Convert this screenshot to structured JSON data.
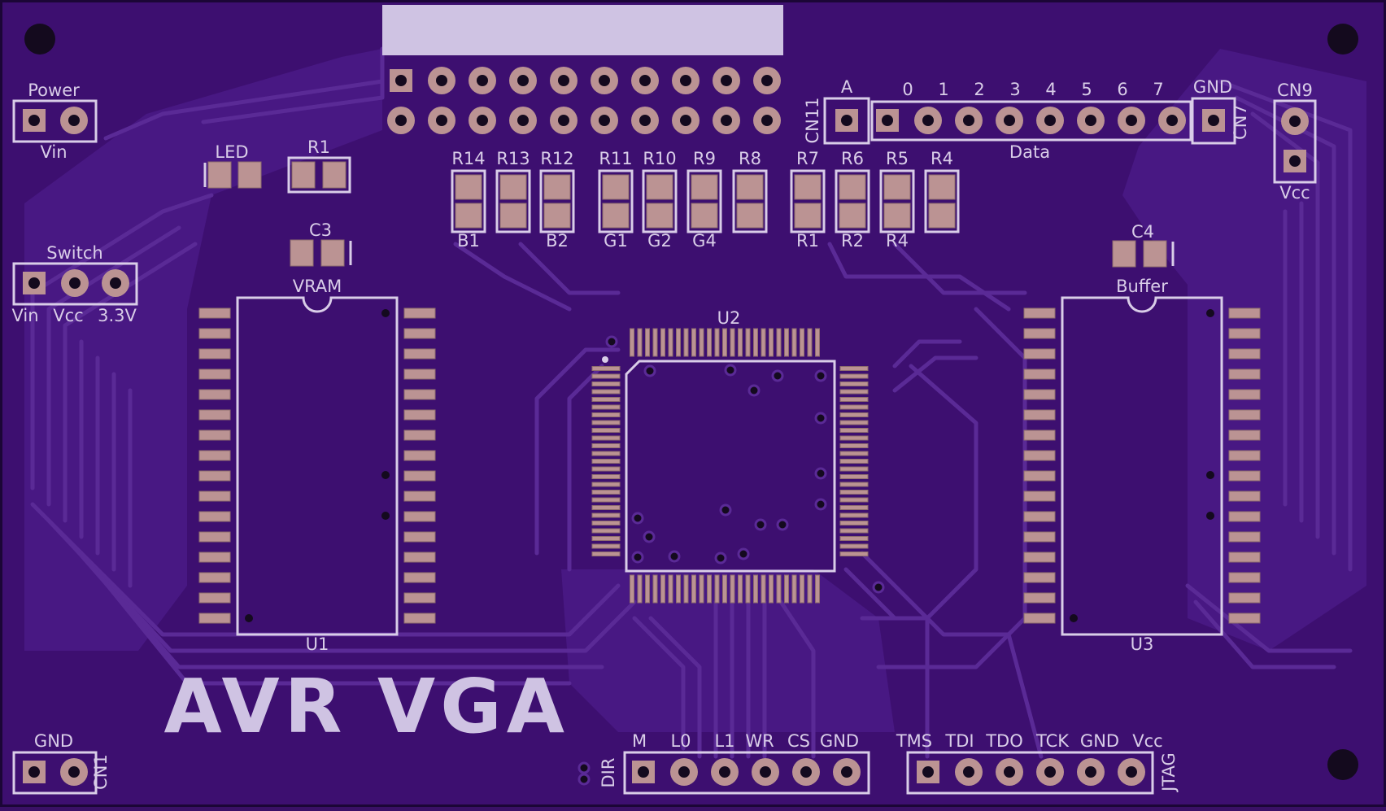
{
  "colors": {
    "board_edge": "#1b0636",
    "board": "#3d0f70",
    "copper": "#4a1a86",
    "trace": "#5a2a96",
    "silk": "#d9cde8",
    "pad": "#bb9393",
    "pad_edge": "#8e6d6d",
    "hole": "#140a1e",
    "label_panel": "#cfc3e3"
  },
  "labels": {
    "power": "Power",
    "power_vin": "Vin",
    "led": "LED",
    "r1": "R1",
    "switch": "Switch",
    "switch_vin": "Vin",
    "switch_vcc": "Vcc",
    "switch_33": "3.3V",
    "c3": "C3",
    "c4": "C4",
    "vram": "VRAM",
    "u1": "U1",
    "buffer": "Buffer",
    "u3": "U3",
    "u2": "U2",
    "cn11": "CN11",
    "cn11_a": "A",
    "cn7": "CN7",
    "cn7_gnd": "GND",
    "data": "Data",
    "cn9": "CN9",
    "cn9_vcc": "Vcc",
    "gnd_bottom": "GND",
    "cn1": "CN1",
    "title_avr": "AVR",
    "title_vga": "VGA",
    "dir": "DIR",
    "jtag": "JTAG",
    "data_bits": [
      "0",
      "1",
      "2",
      "3",
      "4",
      "5",
      "6",
      "7"
    ],
    "ctrl_pins": [
      "M",
      "L0",
      "L1",
      "WR",
      "CS",
      "GND"
    ],
    "jtag_pins": [
      "TMS",
      "TDI",
      "TDO",
      "TCK",
      "GND",
      "Vcc"
    ],
    "resistors_top": [
      "R14",
      "R13",
      "R12",
      "R11",
      "R10",
      "R9",
      "R8",
      "R7",
      "R6",
      "R5",
      "R4"
    ],
    "resistors_bottom": [
      "B1",
      "",
      "B2",
      "G1",
      "G2",
      "G4",
      "",
      "R1",
      "R2",
      "R4",
      ""
    ]
  }
}
